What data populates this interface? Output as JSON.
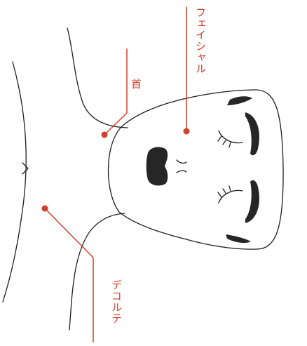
{
  "labels": {
    "facial": "フェイシャル",
    "neck": "首",
    "decollete": "デコルテ"
  },
  "colors": {
    "line": "#1e1e1e",
    "fill": "#262626",
    "accent": "#d0402a",
    "background": "#ffffff"
  }
}
